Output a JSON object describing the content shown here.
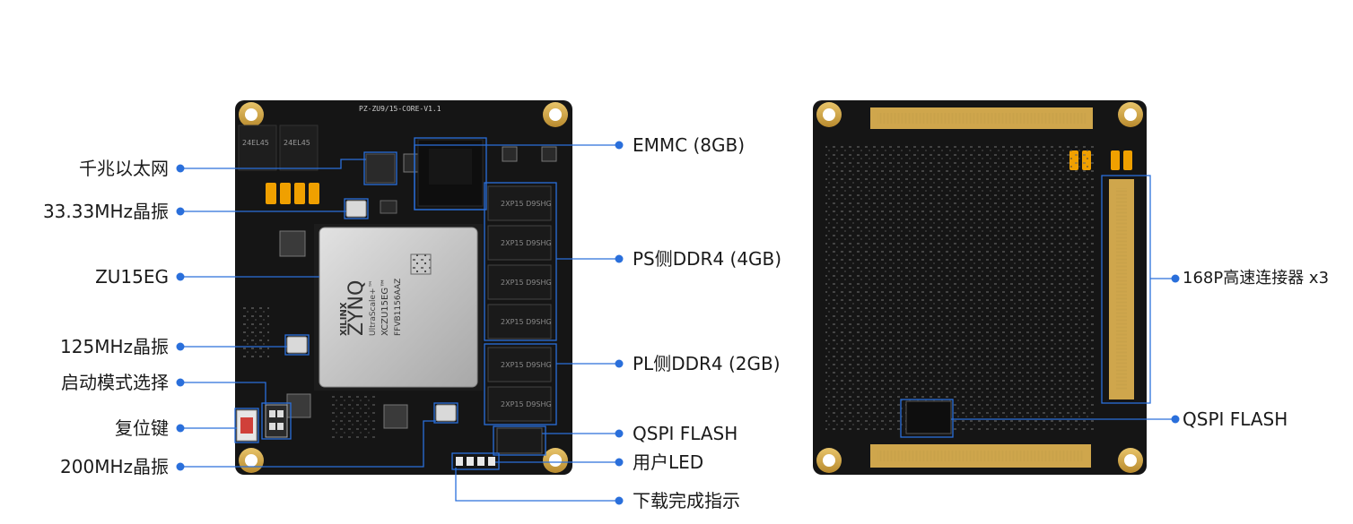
{
  "front_board": {
    "silk_top": "PZ-ZU9/15-CORE-V1.1",
    "chip_brand": "XILINX",
    "chip_family": "ZYNQ",
    "chip_sub": "UltraScale+™",
    "chip_part": "XCZU15EG™",
    "chip_package": "FFVB1156AAZ",
    "eth_chip_1": "24EL45",
    "eth_chip_2": "24EL45",
    "ddr_chip_text": "2XP15 D9SHG"
  },
  "left_labels": [
    {
      "id": "ethernet",
      "text": "千兆以太网"
    },
    {
      "id": "osc-33",
      "text": "33.33MHz晶振"
    },
    {
      "id": "zu15eg",
      "text": "ZU15EG"
    },
    {
      "id": "osc-125",
      "text": "125MHz晶振"
    },
    {
      "id": "boot-mode",
      "text": "启动模式选择"
    },
    {
      "id": "reset-key",
      "text": "复位键"
    },
    {
      "id": "osc-200",
      "text": "200MHz晶振"
    }
  ],
  "right_labels": [
    {
      "id": "emmc",
      "text": "EMMC (8GB)"
    },
    {
      "id": "ps-ddr4",
      "text": "PS侧DDR4 (4GB)"
    },
    {
      "id": "pl-ddr4",
      "text": "PL侧DDR4 (2GB)"
    },
    {
      "id": "qspi-front",
      "text": "QSPI FLASH"
    },
    {
      "id": "user-led",
      "text": "用户LED"
    },
    {
      "id": "download-led",
      "text": "下载完成指示"
    }
  ],
  "back_labels": [
    {
      "id": "connectors",
      "text": "168P高速连接器 x3"
    },
    {
      "id": "qspi-back",
      "text": "QSPI FLASH"
    }
  ],
  "colors": {
    "pcb": "#141414",
    "callout_line": "#2a6fdb",
    "gold": "#d4a94a",
    "chip_silver": "#c9c9c9"
  }
}
